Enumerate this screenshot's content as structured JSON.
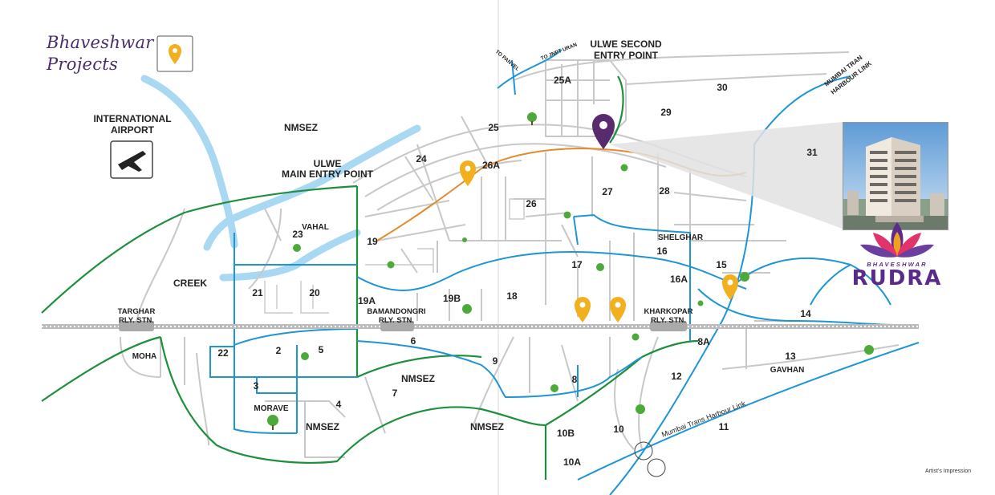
{
  "brand": {
    "company_line1": "Bhaveshwar",
    "company_line2": "Projects",
    "project_small": "BHAVESHWAR",
    "project_name": "RUDRA",
    "footnote": "Artist's Impression"
  },
  "colors": {
    "sea": "#a8d8f2",
    "blue_road": "#1f95d4",
    "green_road": "#1e8f3c",
    "orange_line": "#e58a2a",
    "grey_road": "#c8c8c8",
    "pin_yellow": "#f2b01f",
    "pin_purple": "#5a2a6e",
    "brand_purple": "#5b2b8c"
  },
  "places": {
    "airport": "INTERNATIONAL AIRPORT",
    "airport_l1": "INTERNATIONAL",
    "airport_l2": "AIRPORT",
    "nmsez_top": "NMSEZ",
    "ulwe_main_l1": "ULWE",
    "ulwe_main_l2": "MAIN ENTRY POINT",
    "ulwe_second_l1": "ULWE SECOND",
    "ulwe_second_l2": "ENTRY POINT",
    "to_panvel": "TO PANVEL",
    "to_jnpt": "TO JNPT URAN",
    "mthl_l1": "MUMBAI TRAN",
    "mthl_l2": "HARBOUR LINK",
    "vahal": "VAHAL",
    "creek": "CREEK",
    "moha": "MOHA",
    "morave": "MORAVE",
    "nmsez_a": "NMSEZ",
    "nmsez_b": "NMSEZ",
    "nmsez_c": "NMSEZ",
    "shelghar": "SHELGHAR",
    "gavhan": "GAVHAN",
    "mthl_road": "Mumbai Trans Harbour Link"
  },
  "stations": [
    {
      "l1": "TARGHAR",
      "l2": "RLY. STN."
    },
    {
      "l1": "BAMANDONGRI",
      "l2": "RLY. STN."
    },
    {
      "l1": "KHARKOPAR",
      "l2": "RLY. STN."
    }
  ],
  "sectors": [
    "25A",
    "30",
    "29",
    "25",
    "24",
    "26A",
    "27",
    "28",
    "31",
    "26",
    "23",
    "19",
    "17",
    "16",
    "15",
    "16A",
    "14",
    "21",
    "20",
    "19A",
    "19B",
    "18",
    "22",
    "2",
    "5",
    "6",
    "9",
    "13",
    "8A",
    "3",
    "4",
    "7",
    "8",
    "12",
    "10B",
    "10",
    "11",
    "10A"
  ]
}
